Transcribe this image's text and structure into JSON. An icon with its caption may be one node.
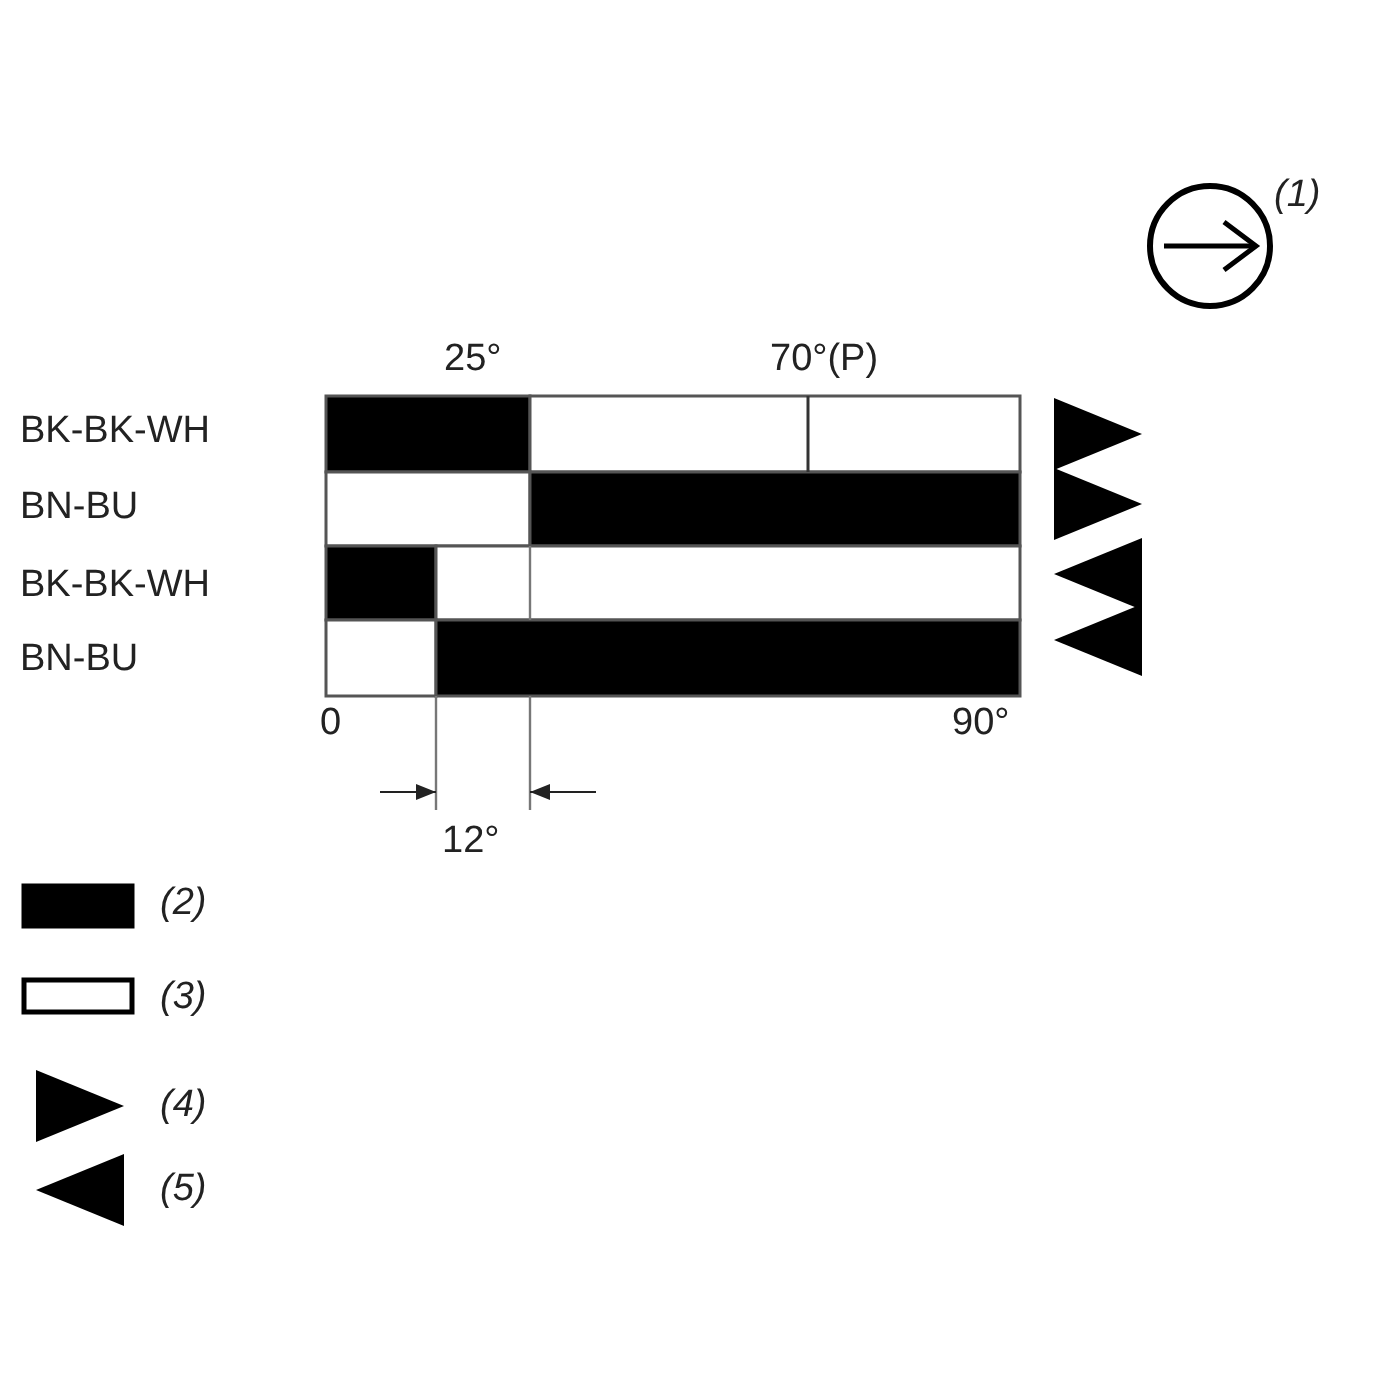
{
  "diagram": {
    "labels": [
      "(1)",
      "25°",
      "70°(P)",
      "BK-BK-WH",
      "BN-BU",
      "BK-BK-WH",
      "BN-BU",
      "0",
      "90°",
      "12°"
    ],
    "legend": [
      {
        "text": "(2)",
        "color": "#000000"
      },
      {
        "text": "(3)",
        "color": "#ffffff"
      },
      {
        "text": "(4)"
      },
      {
        "text": "(5)"
      }
    ]
  }
}
